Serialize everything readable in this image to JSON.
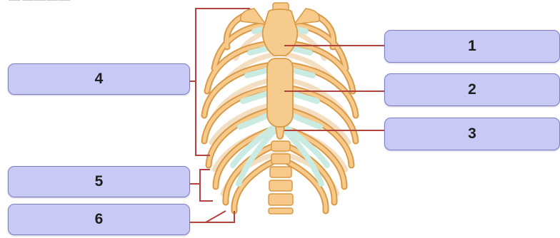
{
  "labels": [
    {
      "id": "1",
      "text": "1"
    },
    {
      "id": "2",
      "text": "2"
    },
    {
      "id": "3",
      "text": "3"
    },
    {
      "id": "4",
      "text": "4"
    },
    {
      "id": "5",
      "text": "5"
    },
    {
      "id": "6",
      "text": "6"
    }
  ],
  "colors": {
    "bone_outline": "#d99a48",
    "bone_fill": "#f7c98a",
    "cartilage_fill": "#c9ebe2",
    "sternum_fill": "#f5cc8e",
    "leader_line": "#b5433d",
    "box_fill": "#c8c9f4",
    "box_border": "#7d7fc4"
  }
}
